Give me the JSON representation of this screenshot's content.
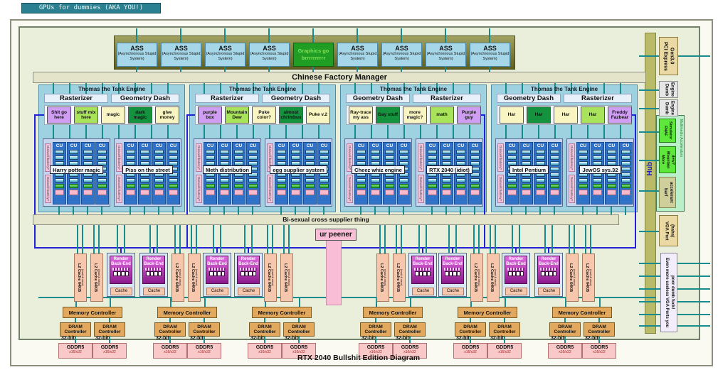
{
  "banner": {
    "label": "GPUs for dummies (AKA YOU!)"
  },
  "top": {
    "ass": {
      "title": "ASS",
      "subtitle": "(Asynchronous Stupid System)"
    },
    "center": {
      "line1": "Graphics go",
      "line2": "brrrrrrrrrr"
    },
    "boxes": [
      "ass",
      "ass",
      "ass",
      "ass",
      "graphics",
      "ass",
      "ass",
      "ass",
      "ass"
    ]
  },
  "factory_manager": "Chinese Factory Manager",
  "gpcs": [
    {
      "title": "Thomas the Tank Engine",
      "left_header": "Rasterizer",
      "right_header": "Geometry Dash",
      "boxes": [
        {
          "label": "Shit go here",
          "color": "purple"
        },
        {
          "label": "stuff mix here",
          "color": "lime"
        },
        {
          "label": "magic",
          "color": "yellow"
        },
        {
          "label": "dark magic",
          "color": "green"
        },
        {
          "label": "give money",
          "color": "yellow"
        }
      ],
      "sm_labels": [
        "Harry potter magic",
        "Piss on the street"
      ]
    },
    {
      "title": "Thomas the Tank Engine",
      "left_header": "Rasterizer",
      "right_header": "Geometry Dash",
      "boxes": [
        {
          "label": "purple box",
          "color": "purple"
        },
        {
          "label": "Mountain Dew",
          "color": "lime"
        },
        {
          "label": "Puke color?",
          "color": "yellow"
        },
        {
          "label": "almost chrimbus",
          "color": "green"
        },
        {
          "label": "Puke v.2",
          "color": "yellow"
        }
      ],
      "sm_labels": [
        "Meth distribution",
        "egg supplier system"
      ]
    },
    {
      "title": "Thomas the Tank Engine",
      "left_header": "Geometry Dash",
      "right_header": "Rasterizer",
      "boxes": [
        {
          "label": "Ray-trace my ass",
          "color": "yellow"
        },
        {
          "label": "Gay stuff",
          "color": "green"
        },
        {
          "label": "more magic?",
          "color": "yellow"
        },
        {
          "label": "math",
          "color": "lime"
        },
        {
          "label": "Purple guy",
          "color": "purple"
        }
      ],
      "sm_labels": [
        "Cheez whiz engine",
        "RTX 2040 (idiot)"
      ]
    },
    {
      "title": "Thomas the Tank Engine",
      "left_header": "Geometry Dash",
      "right_header": "Rasterizer",
      "boxes": [
        {
          "label": "Har",
          "color": "yellow"
        },
        {
          "label": "Har",
          "color": "green"
        },
        {
          "label": "Har",
          "color": "yellow"
        },
        {
          "label": "Har",
          "color": "lime"
        },
        {
          "label": "Freddy Fazbear",
          "color": "purple"
        }
      ],
      "sm_labels": [
        "Intel Pentium",
        "JewOS sys.32"
      ]
    }
  ],
  "sm": {
    "cu_label": "CU",
    "battery_label": "Duracell battery?"
  },
  "crossbar": "Bi-sexual cross supplier thing",
  "peener": "ur peener",
  "memory": {
    "l2_label": "L2 Cache 64KB",
    "l2_sub": "(mad & virus)",
    "rbe_label": "Render Back-End",
    "rbe_cache": "Cache",
    "mc_label": "Memory Controller",
    "dram_label": "DRAM Controller",
    "bus_width": "32-bit",
    "gddr_label": "GDDR5",
    "gddr_sub": "x16/x32"
  },
  "sidebar": {
    "hub": "Hub",
    "pci": "PCI Express Gen3.0",
    "dumb": "Dumb Engine",
    "mm_caption": "Multimedia Accelerators",
    "fnaf": "FNAF Simulator",
    "dew": "More Mountain dew?",
    "barf": "barf accelerant",
    "vga": "VGA Port (haha)",
    "more_vga": "Even more useless VGA Ports you poor dumb fuck!"
  },
  "footer": {
    "title": "RTX 2040 Bullshit Edition Diagram"
  },
  "colors": {
    "purple": "#cf9df2",
    "lime": "#a9e35b",
    "yellow": "#f8f5c2",
    "green": "#14923e",
    "teal_line": "#188c8c",
    "blue_line": "#2121d6"
  }
}
